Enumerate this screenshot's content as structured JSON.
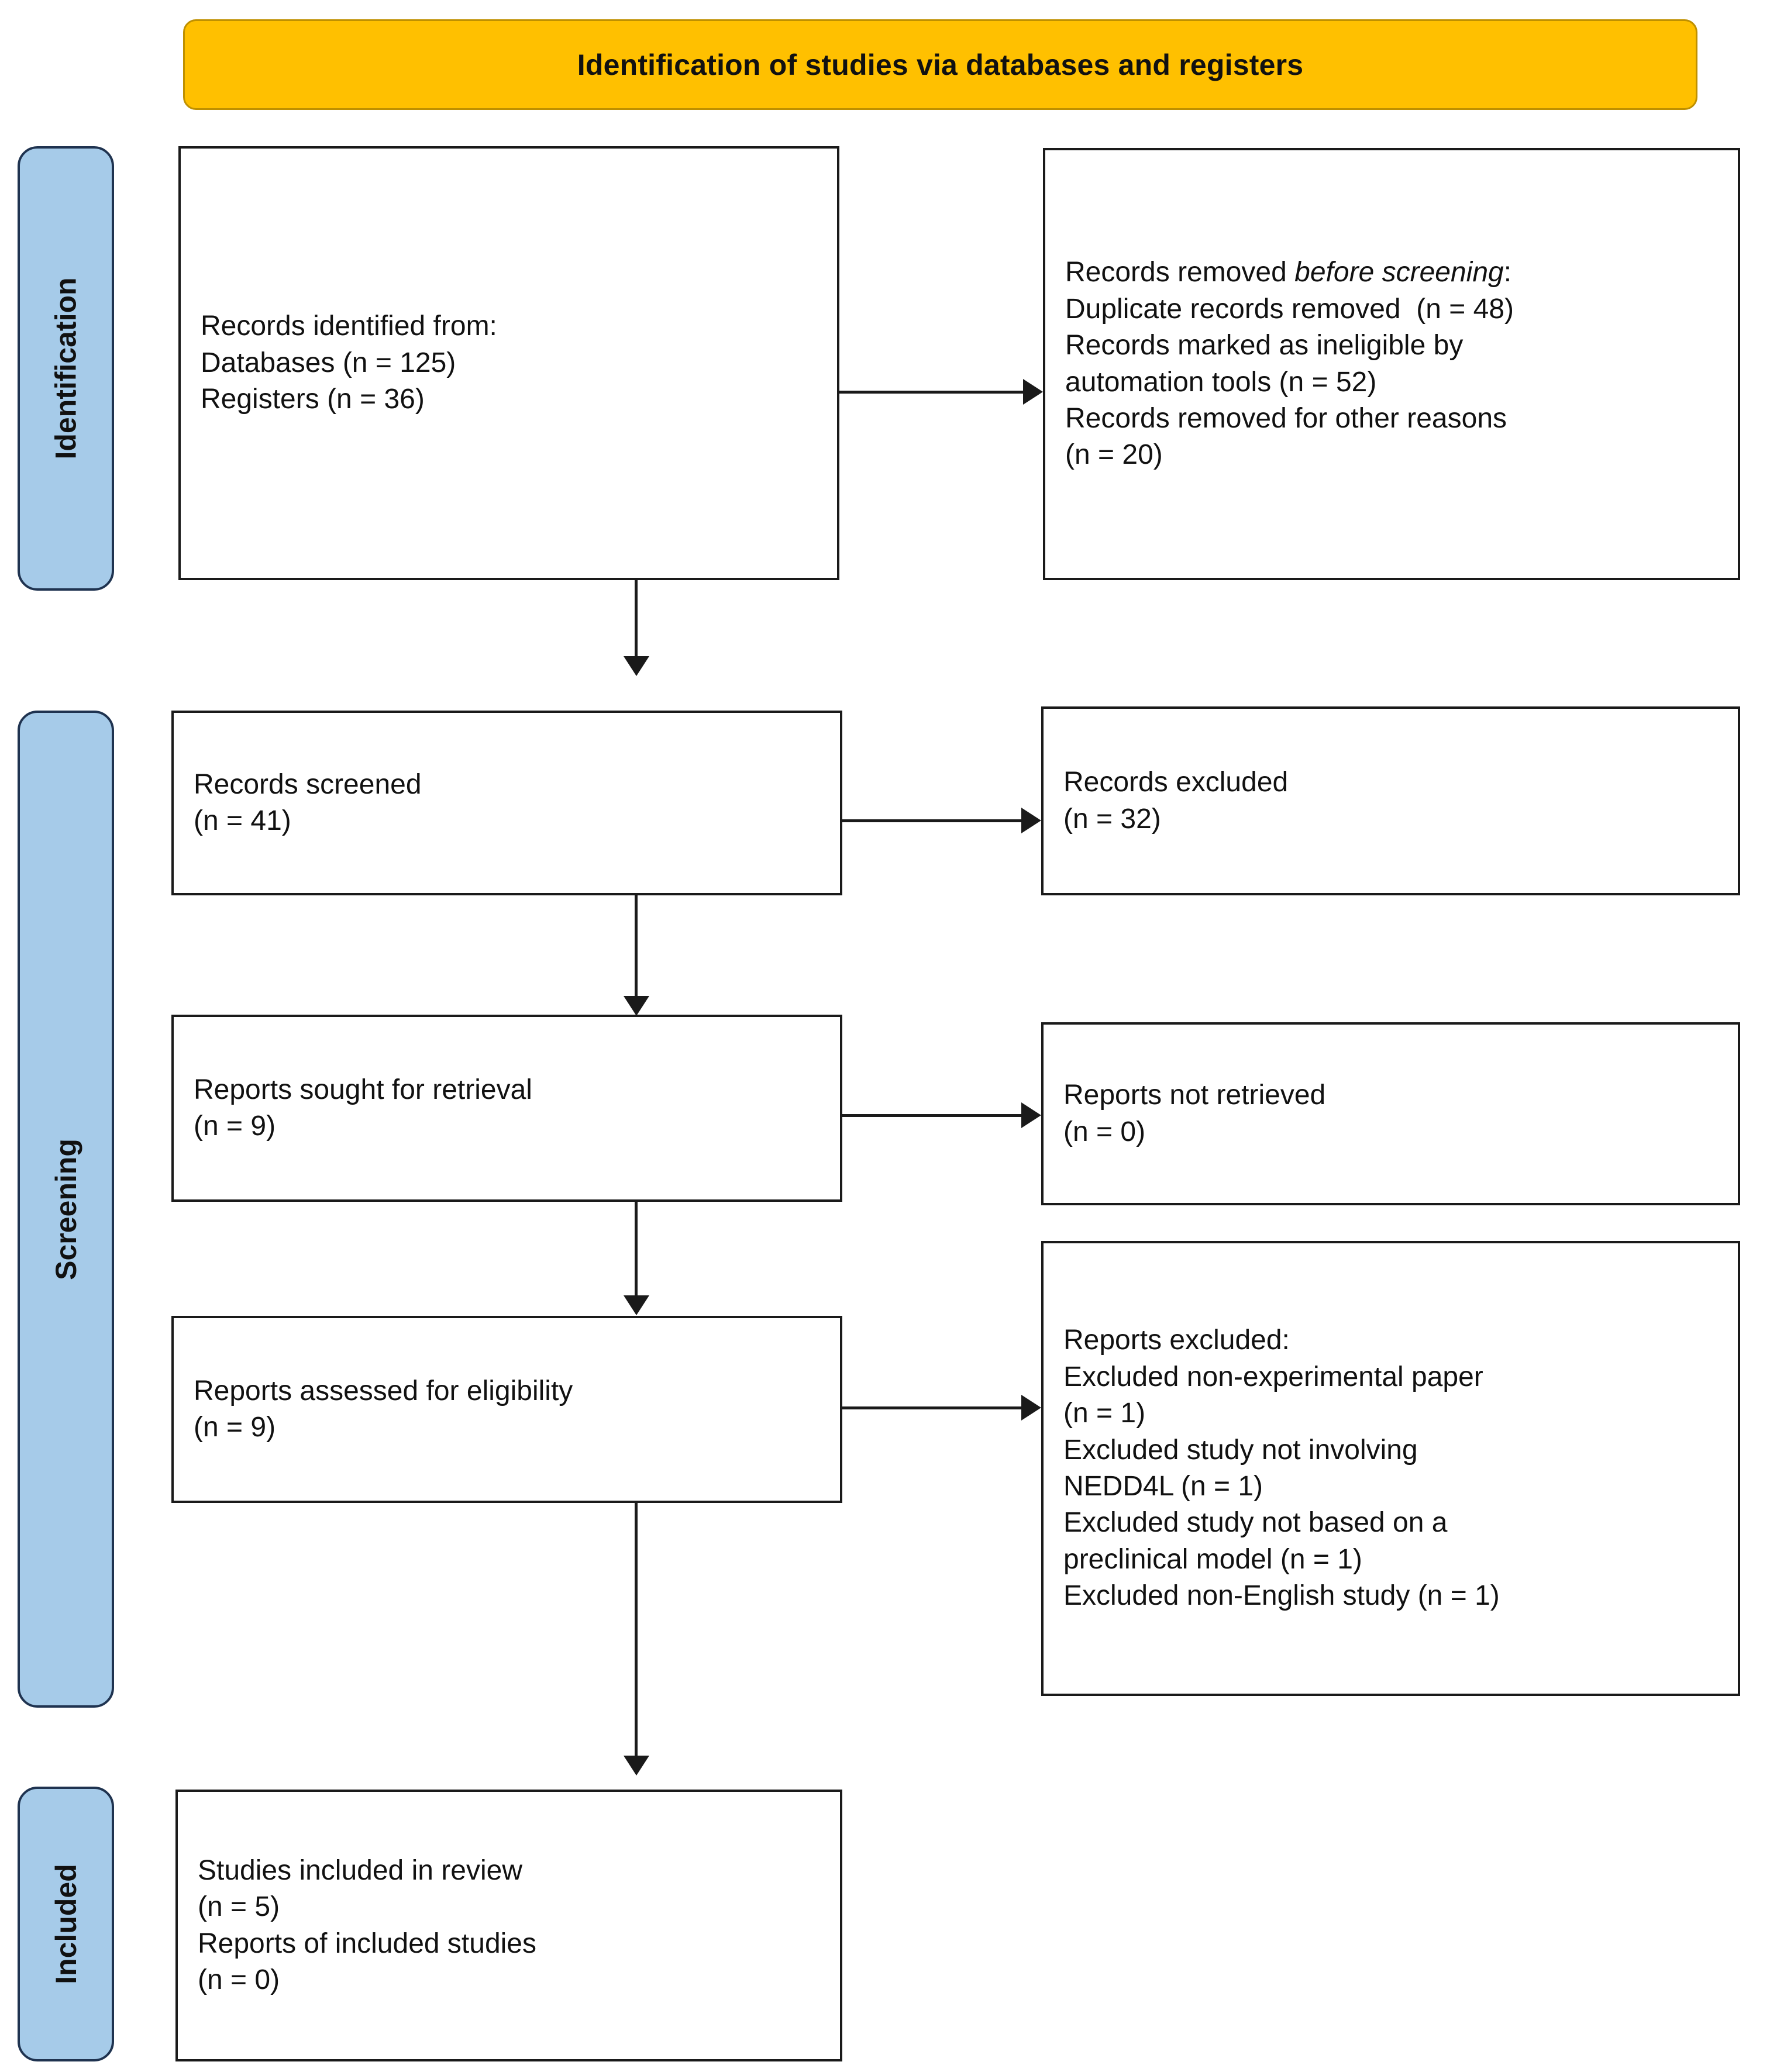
{
  "diagram": {
    "type": "PRISMA flow diagram",
    "banner": {
      "title": "Identification of studies via databases and registers",
      "fill_color": "#FFC000",
      "border_color": "#BF9000"
    },
    "stage_color": "#A6CBE9",
    "stages": [
      {
        "id": "identification",
        "label": "Identification"
      },
      {
        "id": "screening",
        "label": "Screening"
      },
      {
        "id": "included",
        "label": "Included"
      }
    ],
    "boxes": {
      "records_identified": {
        "lines": [
          "Records identified from:",
          "Databases (n = 125)",
          "Registers (n = 36)"
        ]
      },
      "records_removed": {
        "lines_pre_italic": "Records removed ",
        "italic_phrase": "before screening",
        "lines_post_italic": ":",
        "lines": [
          "Duplicate records removed  (n = 48)",
          "Records marked as ineligible by",
          "automation tools (n = 52)",
          "Records removed for other reasons",
          "(n = 20)"
        ]
      },
      "records_screened": {
        "lines": [
          "Records screened",
          "(n = 41)"
        ]
      },
      "records_excluded": {
        "lines": [
          "Records excluded",
          "(n = 32)"
        ]
      },
      "reports_sought": {
        "lines": [
          "Reports sought for retrieval",
          "(n = 9)"
        ]
      },
      "reports_not_retrieved": {
        "lines": [
          "Reports not retrieved",
          "(n = 0)"
        ]
      },
      "reports_assessed": {
        "lines": [
          "Reports assessed for eligibility",
          "(n = 9)"
        ]
      },
      "reports_excluded": {
        "lines": [
          "Reports excluded:",
          "Excluded non-experimental paper",
          "(n = 1)",
          "Excluded study not involving",
          "NEDD4L (n = 1)",
          "Excluded study not based on a",
          "preclinical model (n = 1)",
          "Excluded non-English study (n = 1)"
        ]
      },
      "studies_included": {
        "lines": [
          "Studies included in review",
          "(n = 5)",
          "Reports of included studies",
          "(n = 0)"
        ]
      }
    }
  },
  "chart_data": {
    "type": "diagram",
    "title": "Identification of studies via databases and registers",
    "nodes": [
      {
        "id": "records_identified",
        "stage": "Identification",
        "label": "Records identified from: Databases (n = 125) Registers (n = 36)",
        "values": {
          "Databases": 125,
          "Registers": 36
        }
      },
      {
        "id": "records_removed",
        "stage": "Identification",
        "label": "Records removed before screening",
        "values": {
          "Duplicate records removed": 48,
          "Records marked as ineligible by automation tools": 52,
          "Records removed for other reasons": 20
        }
      },
      {
        "id": "records_screened",
        "stage": "Screening",
        "label": "Records screened",
        "values": {
          "n": 41
        }
      },
      {
        "id": "records_excluded",
        "stage": "Screening",
        "label": "Records excluded",
        "values": {
          "n": 32
        }
      },
      {
        "id": "reports_sought",
        "stage": "Screening",
        "label": "Reports sought for retrieval",
        "values": {
          "n": 9
        }
      },
      {
        "id": "reports_not_retrieved",
        "stage": "Screening",
        "label": "Reports not retrieved",
        "values": {
          "n": 0
        }
      },
      {
        "id": "reports_assessed",
        "stage": "Screening",
        "label": "Reports assessed for eligibility",
        "values": {
          "n": 9
        }
      },
      {
        "id": "reports_excluded",
        "stage": "Screening",
        "label": "Reports excluded",
        "values": {
          "Excluded non-experimental paper": 1,
          "Excluded study not involving NEDD4L": 1,
          "Excluded study not based on a preclinical model": 1,
          "Excluded non-English study": 1
        }
      },
      {
        "id": "studies_included",
        "stage": "Included",
        "label": "Studies included in review",
        "values": {
          "Studies included in review": 5,
          "Reports of included studies": 0
        }
      }
    ],
    "edges": [
      {
        "from": "records_identified",
        "to": "records_removed",
        "direction": "right"
      },
      {
        "from": "records_identified",
        "to": "records_screened",
        "direction": "down"
      },
      {
        "from": "records_screened",
        "to": "records_excluded",
        "direction": "right"
      },
      {
        "from": "records_screened",
        "to": "reports_sought",
        "direction": "down"
      },
      {
        "from": "reports_sought",
        "to": "reports_not_retrieved",
        "direction": "right"
      },
      {
        "from": "reports_sought",
        "to": "reports_assessed",
        "direction": "down"
      },
      {
        "from": "reports_assessed",
        "to": "reports_excluded",
        "direction": "right"
      },
      {
        "from": "reports_assessed",
        "to": "studies_included",
        "direction": "down"
      }
    ]
  }
}
